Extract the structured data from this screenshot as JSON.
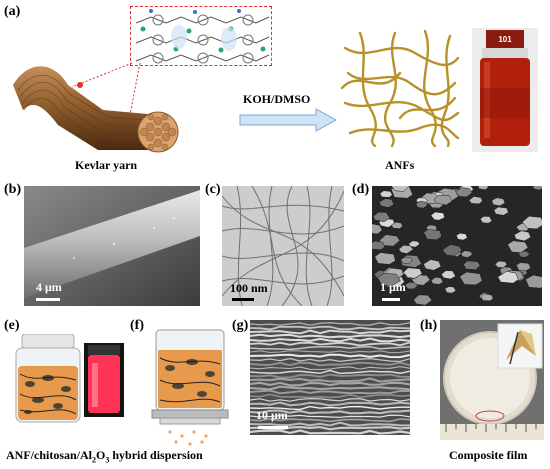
{
  "panels": {
    "a": {
      "label": "(a)",
      "yarn_caption": "Kevlar yarn",
      "process_label": "KOH/DMSO",
      "anf_caption": "ANFs",
      "bottle_cap_text": "101"
    },
    "b": {
      "label": "(b)",
      "scale_bar": "4 μm"
    },
    "c": {
      "label": "(c)",
      "scale_bar": "100 nm"
    },
    "d": {
      "label": "(d)",
      "scale_bar": "1 μm"
    },
    "e": {
      "label": "(e)"
    },
    "f": {
      "label": "(f)"
    },
    "g": {
      "label": "(g)",
      "scale_bar": "10 μm"
    },
    "h": {
      "label": "(h)",
      "caption": "Composite film"
    }
  },
  "bottom_caption": {
    "prefix": "ANF/chitosan/Al",
    "sub1": "2",
    "mid": "O",
    "sub2": "3",
    "suffix": " hybrid dispersion"
  },
  "colors": {
    "yarn": "#8b5a2b",
    "anf_fiber": "#b8912a",
    "red_solution": "#b0200c",
    "pink_glow": "#ff3355",
    "arrow": "#9ec3e6"
  }
}
